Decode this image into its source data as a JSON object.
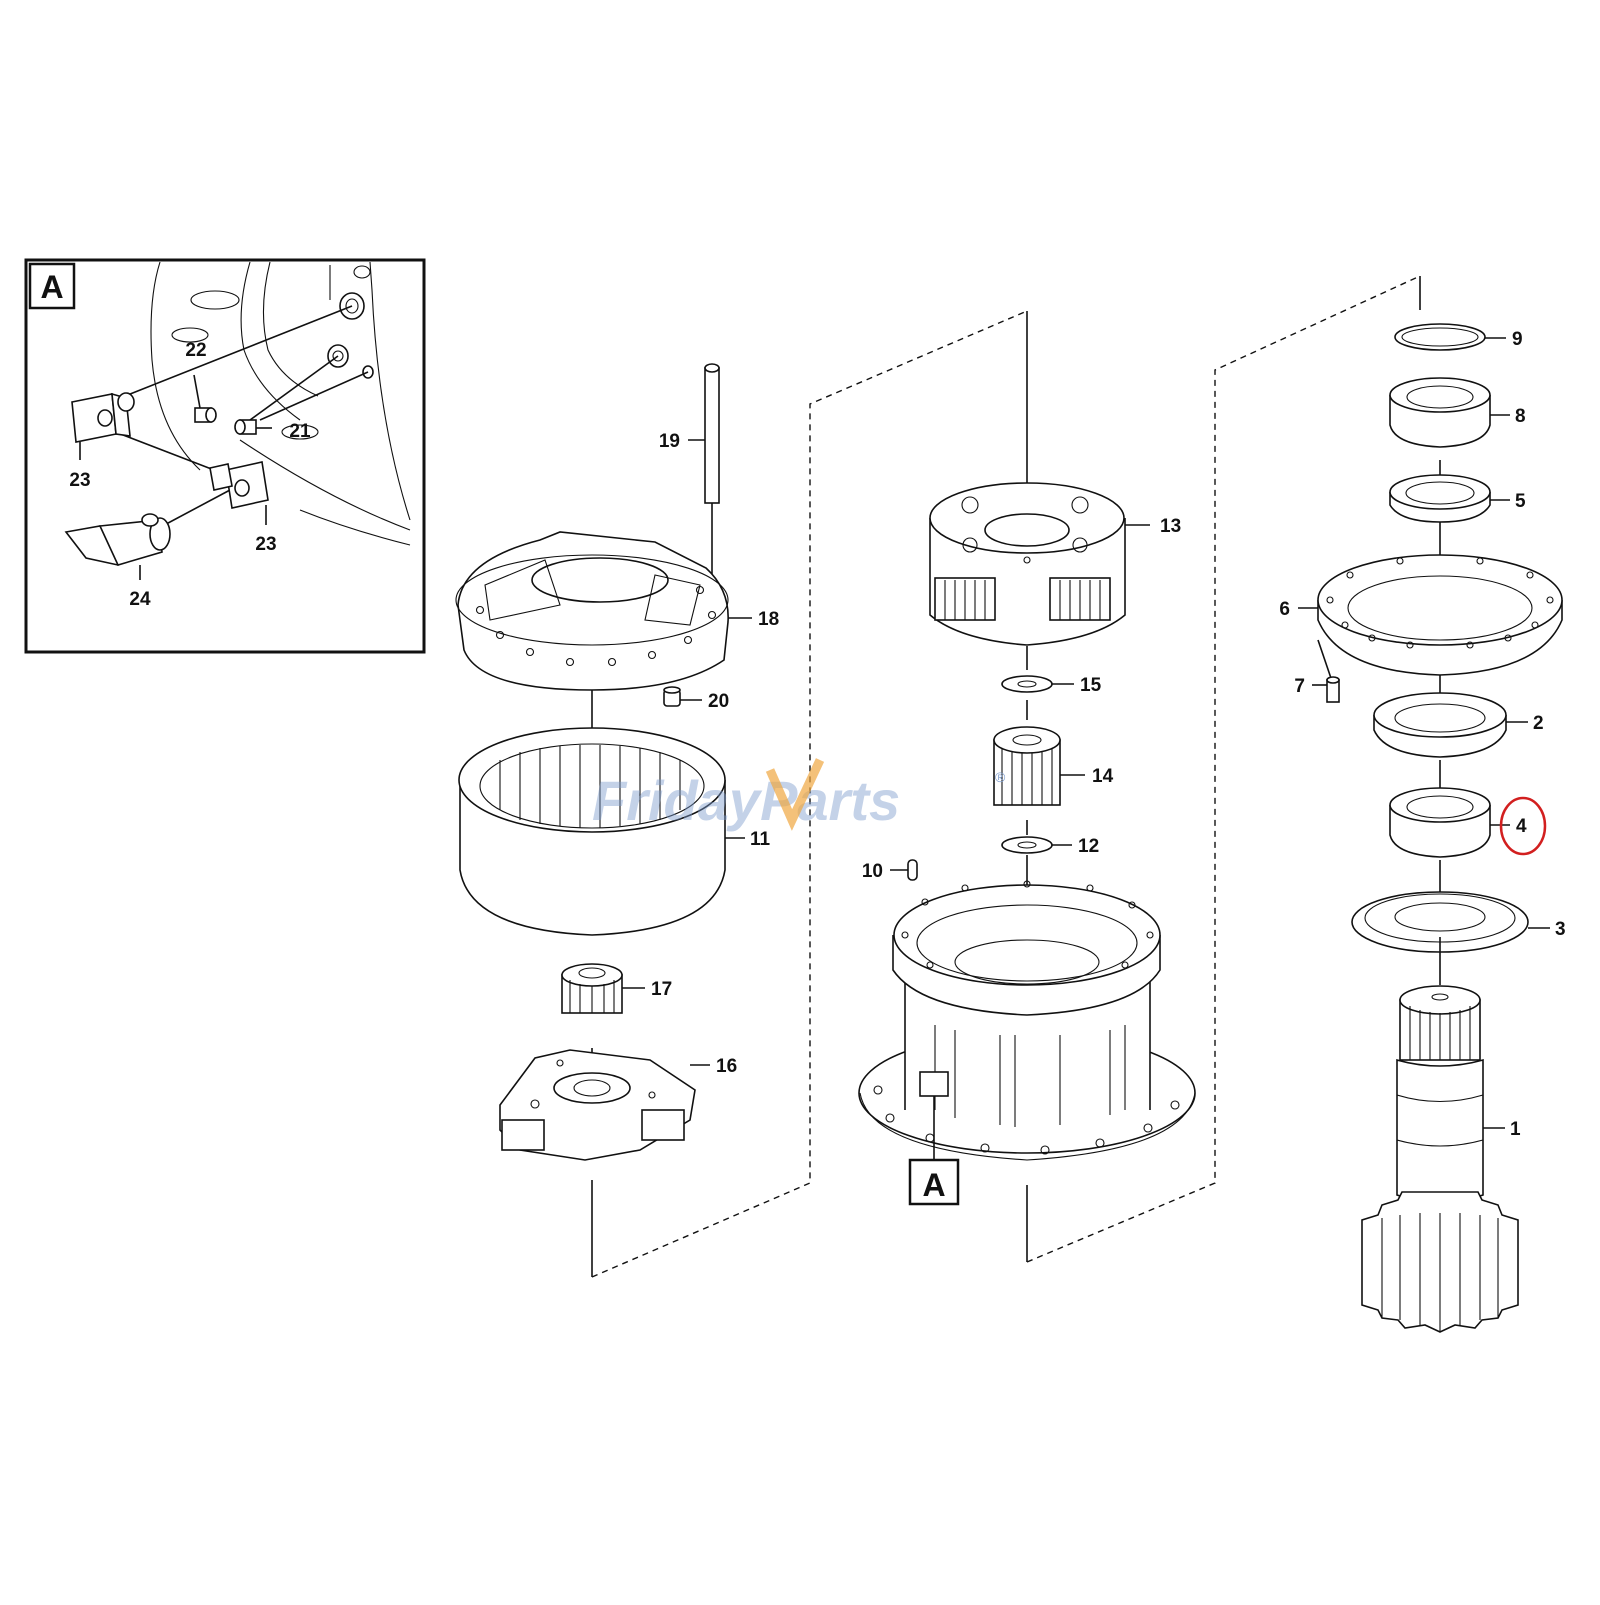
{
  "detail_inset": {
    "tag": "A",
    "part_labels": [
      "22",
      "21",
      "23",
      "23",
      "24"
    ]
  },
  "callout_A": {
    "tag": "A"
  },
  "watermark": {
    "text_main": "Friday",
    "text_second": "Parts",
    "trademark": "®",
    "accent_color": "#f0a640",
    "main_color": "#7d9ccd"
  },
  "highlight": {
    "part": "4",
    "color": "#d21f1f"
  },
  "left_column": {
    "labels": [
      "19",
      "18",
      "20",
      "11",
      "17",
      "16"
    ]
  },
  "middle_column": {
    "labels": [
      "13",
      "15",
      "14",
      "12",
      "10"
    ]
  },
  "right_column": {
    "labels": [
      "9",
      "8",
      "5",
      "6",
      "7",
      "2",
      "4",
      "3",
      "1"
    ]
  }
}
